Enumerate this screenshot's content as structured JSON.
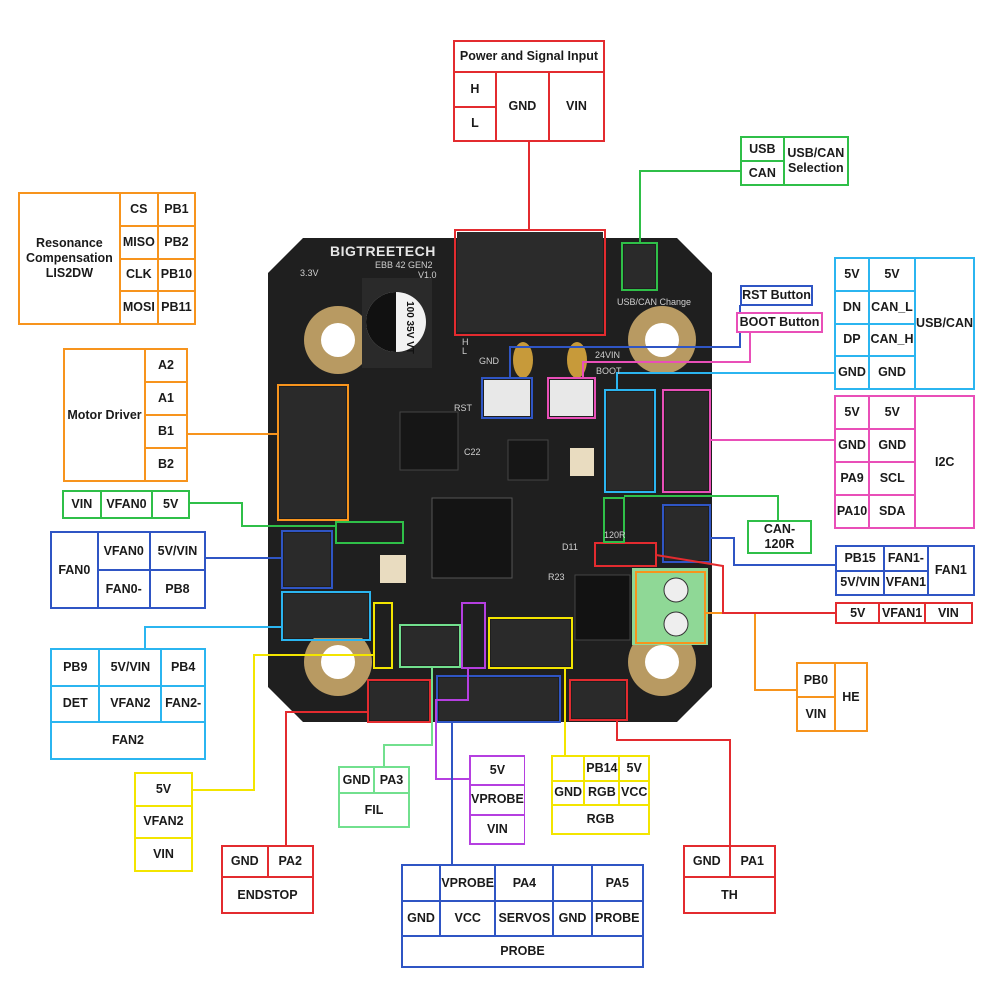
{
  "board": {
    "brand": "BIGTREETECH",
    "model": "EBB 42 GEN2",
    "version": "V1.0",
    "silkscreen": {
      "led": "3.3V",
      "usb_can_change": "USB/CAN Change",
      "gnd": "GND",
      "vin": "24VIN",
      "boot": "BOOT",
      "rst": "RST",
      "c22": "C22",
      "r120": "120R",
      "d11": "D11",
      "r23": "R23",
      "h": "H",
      "l": "L"
    },
    "capacitor": {
      "value": "100",
      "voltage": "35V",
      "series": "VT"
    }
  },
  "colors": {
    "power": "#e32b2f",
    "usb_can_selection": "#2fbf48",
    "resonance": "#f7941d",
    "fan0": "#2f55c4",
    "fan2": "#2bb5f0",
    "i2c": "#e94fb8",
    "vprobe": "#b53fe0",
    "rgb": "#f3e500",
    "fil": "#72e08e"
  },
  "power_input": {
    "title": "Power and Signal Input",
    "h": "H",
    "l": "L",
    "gnd": "GND",
    "vin": "VIN"
  },
  "usb_can_selection": {
    "usb": "USB",
    "can": "CAN",
    "label": "USB/CAN Selection"
  },
  "resonance": {
    "label": "Resonance Compensation LIS2DW",
    "rows": [
      [
        "CS",
        "PB1"
      ],
      [
        "MISO",
        "PB2"
      ],
      [
        "CLK",
        "PB10"
      ],
      [
        "MOSI",
        "PB11"
      ]
    ]
  },
  "motor_driver": {
    "label": "Motor Driver",
    "pins": [
      "A2",
      "A1",
      "B1",
      "B2"
    ]
  },
  "fan0_jumper": [
    "VIN",
    "VFAN0",
    "5V"
  ],
  "fan0": {
    "label": "FAN0",
    "rows": [
      [
        "VFAN0",
        "5V/VIN"
      ],
      [
        "FAN0-",
        "PB8"
      ]
    ]
  },
  "fan2": {
    "label": "FAN2",
    "rows": [
      [
        "PB9",
        "5V/VIN",
        "PB4"
      ],
      [
        "DET",
        "VFAN2",
        "FAN2-"
      ]
    ]
  },
  "fan2_jumper": [
    "5V",
    "VFAN2",
    "VIN"
  ],
  "endstop": {
    "label": "ENDSTOP",
    "pins": [
      "GND",
      "PA2"
    ]
  },
  "fil": {
    "label": "FIL",
    "pins": [
      "GND",
      "PA3"
    ]
  },
  "vprobe_jumper": [
    "5V",
    "VPROBE",
    "VIN"
  ],
  "probe": {
    "label": "PROBE",
    "top": [
      "",
      "VPROBE",
      "PA4",
      "",
      "PA5"
    ],
    "bottom": [
      "GND",
      "VCC",
      "SERVOS",
      "GND",
      "PROBE"
    ]
  },
  "rgb": {
    "label": "RGB",
    "top": [
      "",
      "PB14",
      "5V"
    ],
    "bottom": [
      "GND",
      "RGB",
      "VCC"
    ]
  },
  "th": {
    "label": "TH",
    "pins": [
      "GND",
      "PA1"
    ]
  },
  "he": {
    "label": "HE",
    "pins": [
      "PB0",
      "VIN"
    ]
  },
  "fan1_jumper": [
    "5V",
    "VFAN1",
    "VIN"
  ],
  "fan1": {
    "label": "FAN1",
    "rows": [
      [
        "PB15",
        "FAN1-"
      ],
      [
        "5V/VIN",
        "VFAN1"
      ]
    ]
  },
  "can_120r": "CAN-120R",
  "i2c": {
    "label": "I2C",
    "rows": [
      [
        "5V",
        "5V"
      ],
      [
        "GND",
        "GND"
      ],
      [
        "PA9",
        "SCL"
      ],
      [
        "PA10",
        "SDA"
      ]
    ]
  },
  "usb_can": {
    "label": "USB/CAN",
    "rows": [
      [
        "5V",
        "5V"
      ],
      [
        "DN",
        "CAN_L"
      ],
      [
        "DP",
        "CAN_H"
      ],
      [
        "GND",
        "GND"
      ]
    ]
  },
  "rst_button": "RST Button",
  "boot_button": "BOOT Button"
}
